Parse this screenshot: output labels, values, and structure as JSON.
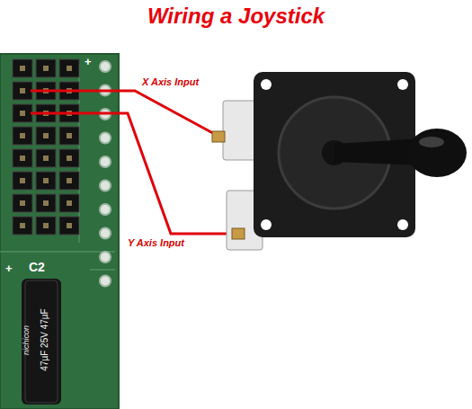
{
  "diagram": {
    "title": "Wiring a Joystick",
    "labels": [
      "X Axis Input",
      "Y Axis Input",
      "+",
      "+",
      "C2",
      "nichicon",
      "47µF 25V 47µF"
    ]
  }
}
